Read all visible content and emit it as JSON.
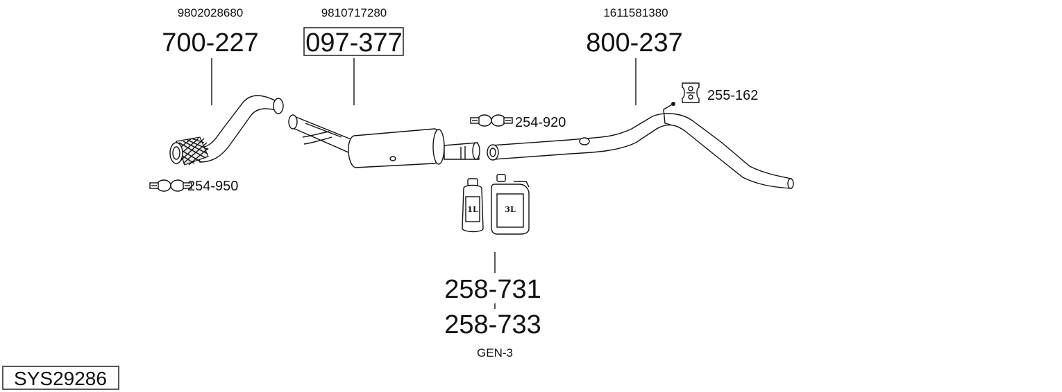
{
  "parts": [
    {
      "oem": "9802028680",
      "number": "700-227",
      "boxed": false
    },
    {
      "oem": "9810717280",
      "number": "097-377",
      "boxed": true
    },
    {
      "oem": "1611581380",
      "number": "800-237",
      "boxed": false
    }
  ],
  "accessories": [
    {
      "number": "254-950",
      "icon": "clamp-icon"
    },
    {
      "number": "254-920",
      "icon": "clamp-icon"
    },
    {
      "number": "255-162",
      "icon": "rubber-mount-icon"
    }
  ],
  "fluid": {
    "numbers": [
      "258-731",
      "258-733"
    ],
    "note": "GEN-3",
    "bottle_label": "1L",
    "canister_label": "3L"
  },
  "system_id": "SYS29286"
}
